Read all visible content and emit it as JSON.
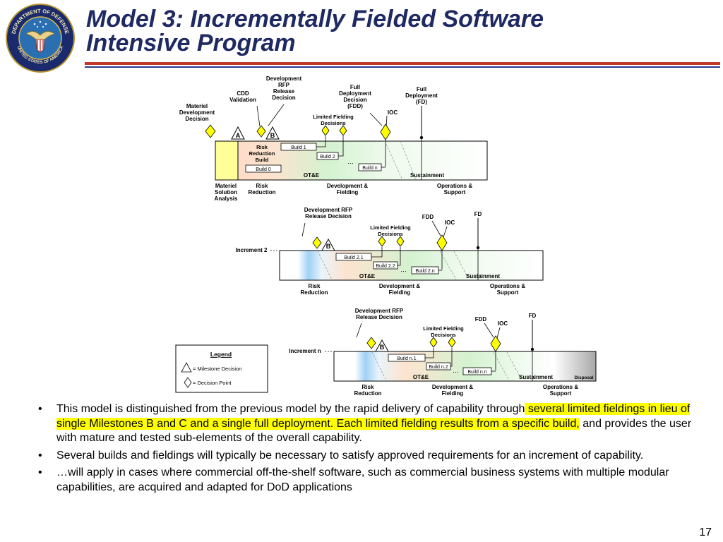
{
  "slide": {
    "title_line1": "Model 3: Incrementally Fielded Software",
    "title_line2": "Intensive Program",
    "page_number": "17",
    "seal_text_top": "DEPARTMENT OF DEFENSE",
    "seal_text_bottom": "UNITED STATES OF AMERICA"
  },
  "colors": {
    "title": "#1f2a63",
    "rule_red": "#c0392b",
    "rule_blue": "#2b3a8c",
    "milestone_fill": "#ffff00",
    "highlight": "#ffff00"
  },
  "diagram": {
    "top": {
      "dev_rfp": "Development\nRFP\nRelease\nDecision",
      "cdd": "CDD\nValidation",
      "mdd": "Materiel\nDevelopment\nDecision",
      "lfd": "Limited Fielding\nDecisions",
      "fdd": "Full\nDeployment\nDecision\n(FDD)",
      "ioc": "IOC",
      "fd": "Full\nDeployment\n(FD)",
      "ms_a": "A",
      "ms_b": "B",
      "build1": "Build 1",
      "build2": "Build 2",
      "buildn": "Build n",
      "build0": "Build 0",
      "rrb": "Risk\nReduction\nBuild",
      "ellipsis": "…",
      "ote": "OT&E",
      "sustainment": "Sustainment",
      "phase_msa": "Materiel\nSolution\nAnalysis",
      "phase_rr": "Risk\nReduction",
      "phase_df": "Development &\nFielding",
      "phase_os": "Operations  &\nSupport"
    },
    "inc2": {
      "label": "Increment 2",
      "dev_rfp": "Development RFP\nRelease Decision",
      "lfd": "Limited Fielding\nDecisions",
      "fdd": "FDD",
      "ioc": "IOC",
      "fd": "FD",
      "ms_b": "B",
      "b1": "Build 2.1",
      "b2": "Build 2.2",
      "bn": "Build 2.n",
      "ellipsis": "…",
      "ote": "OT&E",
      "sustainment": "Sustainment",
      "phase_rr": "Risk\nReduction",
      "phase_df": "Development &\nFielding",
      "phase_os": "Operations  &\nSupport"
    },
    "incn": {
      "label": "Increment n",
      "dev_rfp": "Development RFP\nRelease Decision",
      "lfd": "Limited Fielding\nDecisions",
      "fdd": "FDD",
      "ioc": "IOC",
      "fd": "FD",
      "ms_b": "B",
      "b1": "Build n.1",
      "b2": "Build n.2",
      "bn": "Build n.n",
      "ellipsis": "…",
      "ote": "OT&E",
      "sustainment": "Sustainment",
      "disposal": "Disposal",
      "phase_rr": "Risk\nReduction",
      "phase_df": "Development &\nFielding",
      "phase_os": "Operations  &\nSupport"
    },
    "legend": {
      "title": "Legend",
      "milestone": "=  Milestone Decision",
      "decision": "=  Decision Point"
    }
  },
  "bullets": [
    {
      "pre": "This model is distinguished from the previous model by the rapid delivery of capability through",
      "highlight": " several limited fieldings in lieu of single Milestones B and C and a single full deployment.  Each limited fielding results from a specific build,",
      "post": " and provides the user with mature and tested sub-elements of the overall capability."
    },
    {
      "pre": "Several builds and fieldings will typically be necessary to satisfy approved requirements for an increment of capability.",
      "highlight": "",
      "post": ""
    },
    {
      "pre": "…will apply in cases where commercial off-the-shelf software, such as commercial business systems with multiple modular capabilities, are acquired and adapted for DoD applications",
      "highlight": "",
      "post": ""
    }
  ],
  "bullet_char": "•"
}
